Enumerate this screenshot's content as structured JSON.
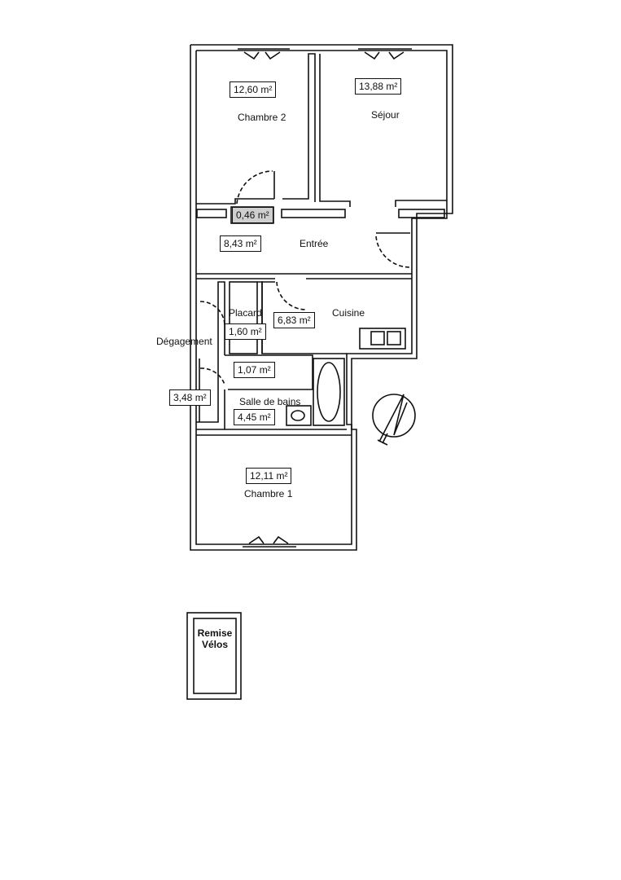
{
  "rooms": {
    "chambre2": {
      "name": "Chambre 2",
      "area": "12,60 m²"
    },
    "sejour": {
      "name": "Séjour",
      "area": "13,88 m²"
    },
    "niche": {
      "area": "0,46 m²"
    },
    "entree": {
      "name": "Entrée",
      "area": "8,43 m²"
    },
    "placard": {
      "name": "Placard",
      "area": "1,60 m²"
    },
    "cuisine": {
      "name": "Cuisine",
      "area": "6,83 m²"
    },
    "degagement": {
      "name": "Dégagement",
      "area": "3,48 m²"
    },
    "wc": {
      "area": "1,07 m²"
    },
    "salle_de_bains": {
      "name": "Salle de bains",
      "area": "4,45 m²"
    },
    "chambre1": {
      "name": "Chambre 1",
      "area": "12,11 m²"
    }
  },
  "annex": {
    "line1": "Remise",
    "line2": "Vélos"
  },
  "compass": {
    "icon": "north-arrow-icon"
  },
  "colors": {
    "walls": "#111111",
    "highlight": "#cfcfcf"
  }
}
